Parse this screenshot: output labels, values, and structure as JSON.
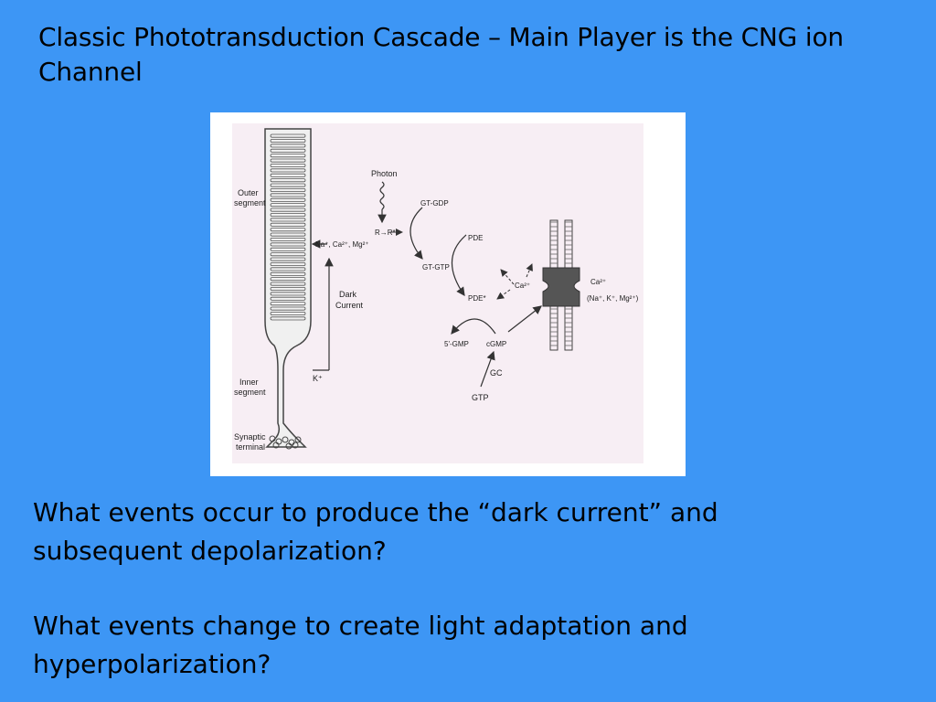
{
  "slide": {
    "title": "Classic Phototransduction Cascade – Main Player is the CNG ion Channel",
    "questions": [
      "What events occur to produce the “dark current” and subsequent depolarization?",
      "What events change to create light adaptation and hyperpolarization?"
    ]
  },
  "diagram": {
    "labels": {
      "outer_segment": [
        "Outer",
        "segment"
      ],
      "inner_segment": [
        "Inner",
        "segment"
      ],
      "synaptic_terminal": [
        "Synaptic",
        "terminal"
      ],
      "photon": "Photon",
      "r_to_rstar": "R→R*",
      "cations_in": "Na⁺, Ca²⁺, Mg²⁺",
      "dark_current": [
        "Dark",
        "Current"
      ],
      "k_out": "K⁺",
      "gt_gdp": "GT-GDP",
      "gt_gtp": "GT-GTP",
      "pde": "PDE",
      "pde_star": "PDE*",
      "gmp5": "5'-GMP",
      "cgmp": "cGMP",
      "gc": "GC",
      "gtp": "GTP",
      "ca_inside": "Ca²⁺",
      "ca_outside": "Ca²⁺",
      "cations_out": "(Na⁺, K⁺, Mg²⁺)"
    },
    "colors": {
      "background": "#3d96f5",
      "panel": "#ffffff",
      "diagram_bg": "#f7eef4",
      "channel": "#555555",
      "line": "#333333"
    }
  }
}
